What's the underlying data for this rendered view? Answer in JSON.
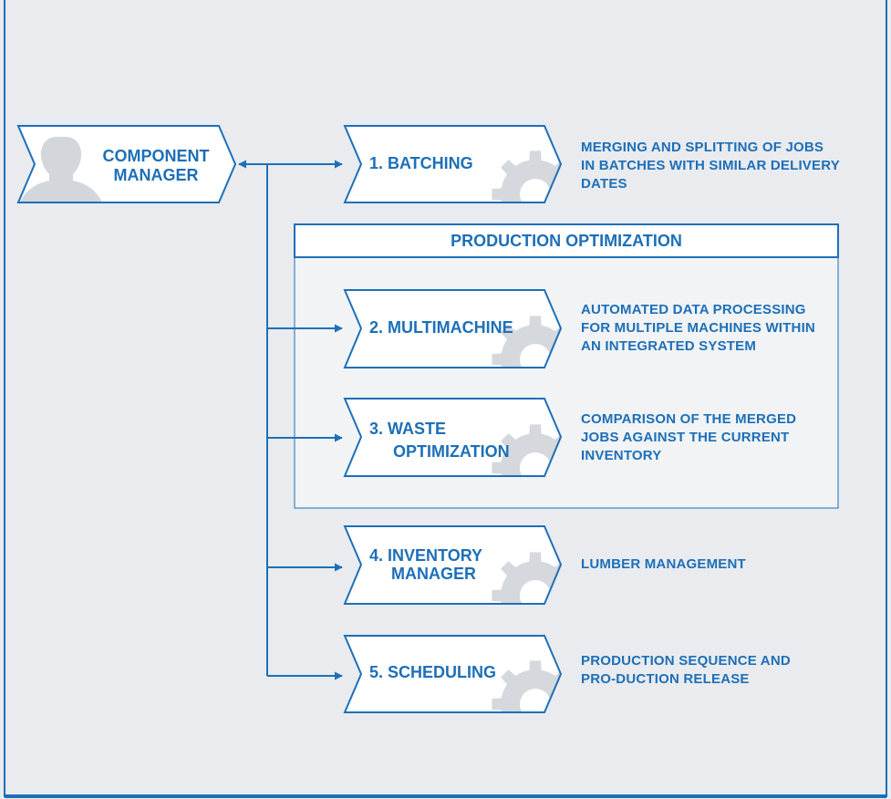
{
  "colors": {
    "primary": "#1d6fb8",
    "background": "#e9ebee",
    "panel": "#f1f3f5",
    "node_fill": "#ffffff",
    "gear": "#d5d8dc",
    "person": "#d3d6da"
  },
  "manager": {
    "label_line1": "COMPONENT",
    "label_line2": "MANAGER",
    "icon": "person-silhouette-icon"
  },
  "group": {
    "title": "PRODUCTION OPTIMIZATION"
  },
  "steps": [
    {
      "label_line1": "1. BATCHING",
      "label_line2": "",
      "description": "MERGING AND SPLITTING OF JOBS IN BATCHES WITH SIMILAR DELIVERY DATES",
      "icon": "gear-icon"
    },
    {
      "label_line1": "2. MULTIMACHINE",
      "label_line2": "",
      "description": "AUTOMATED DATA PROCESSING FOR MULTIPLE MACHINES WITHIN AN INTEGRATED SYSTEM",
      "icon": "gear-icon"
    },
    {
      "label_line1": "3. WASTE",
      "label_line2": "OPTIMIZATION",
      "description": "COMPARISON OF THE MERGED JOBS AGAINST THE CURRENT INVENTORY",
      "icon": "gear-icon"
    },
    {
      "label_line1": "4. INVENTORY",
      "label_line2": "MANAGER",
      "description": "LUMBER MANAGEMENT",
      "icon": "gear-icon"
    },
    {
      "label_line1": "5. SCHEDULING",
      "label_line2": "",
      "description": "PRODUCTION SEQUENCE AND PRO-DUCTION RELEASE",
      "icon": "gear-icon"
    }
  ]
}
